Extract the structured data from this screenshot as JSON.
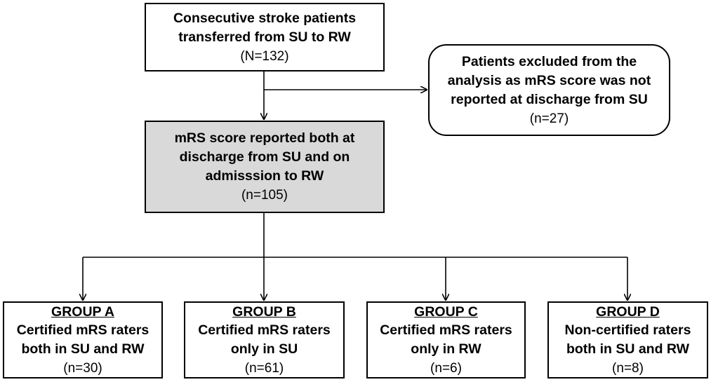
{
  "nodes": {
    "top": {
      "lines": [
        "Consecutive stroke patients",
        "transferred from SU to RW"
      ],
      "count": "(N=132)"
    },
    "excluded": {
      "lines": [
        "Patients excluded from the",
        "analysis as mRS score was not",
        "reported at discharge from SU"
      ],
      "count": "(n=27)"
    },
    "mid": {
      "lines": [
        "mRS score reported both at",
        "discharge from SU and on",
        "admisssion to RW"
      ],
      "count": "(n=105)",
      "fill": "#d9d9d9"
    },
    "groups": [
      {
        "title": "GROUP A",
        "lines": [
          "Certified mRS raters",
          "both in SU and RW"
        ],
        "count": "(n=30)"
      },
      {
        "title": "GROUP B",
        "lines": [
          "Certified mRS raters",
          "only in SU"
        ],
        "count": "(n=61)"
      },
      {
        "title": "GROUP C",
        "lines": [
          "Certified mRS raters",
          "only in RW"
        ],
        "count": "(n=6)"
      },
      {
        "title": "GROUP D",
        "lines": [
          "Non-certified raters",
          "both in SU and RW"
        ],
        "count": "(n=8)"
      }
    ]
  }
}
